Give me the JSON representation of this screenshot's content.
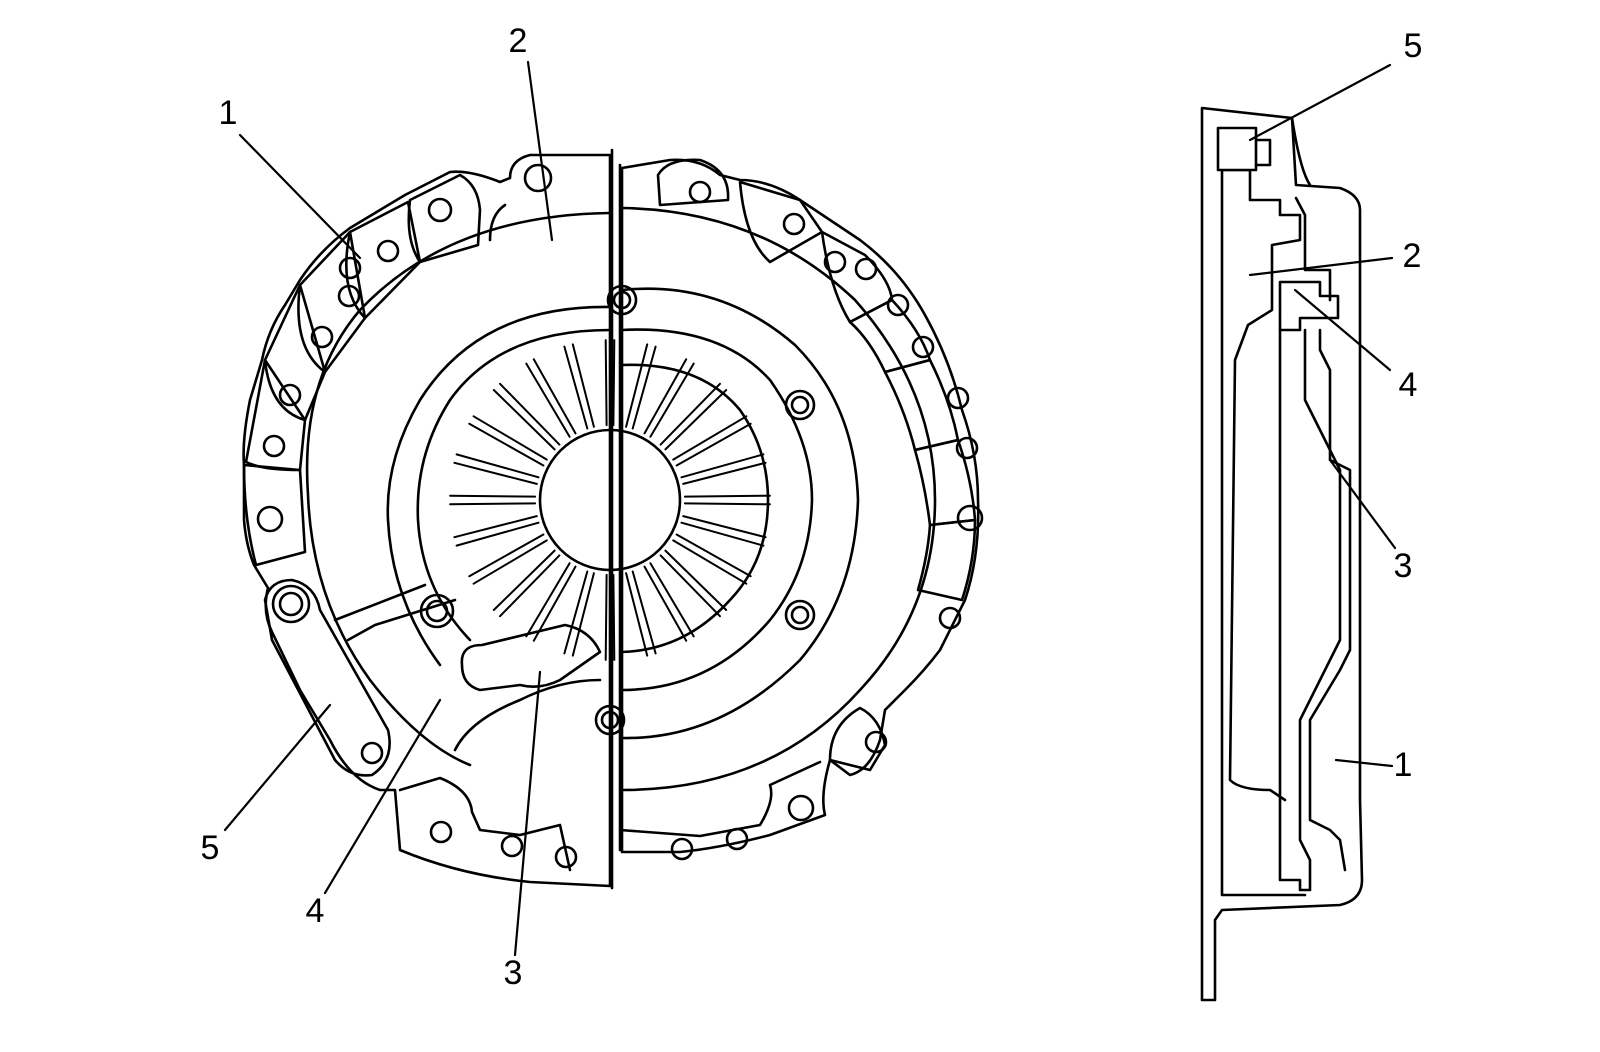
{
  "colors": {
    "line": "#000000",
    "background": "#ffffff"
  },
  "front_view": {
    "callouts": [
      {
        "id": "1",
        "label": "1"
      },
      {
        "id": "2",
        "label": "2"
      },
      {
        "id": "3",
        "label": "3"
      },
      {
        "id": "4",
        "label": "4"
      },
      {
        "id": "5",
        "label": "5"
      }
    ]
  },
  "side_view": {
    "callouts": [
      {
        "id": "5",
        "label": "5"
      },
      {
        "id": "2",
        "label": "2"
      },
      {
        "id": "4",
        "label": "4"
      },
      {
        "id": "3",
        "label": "3"
      },
      {
        "id": "1",
        "label": "1"
      }
    ]
  }
}
